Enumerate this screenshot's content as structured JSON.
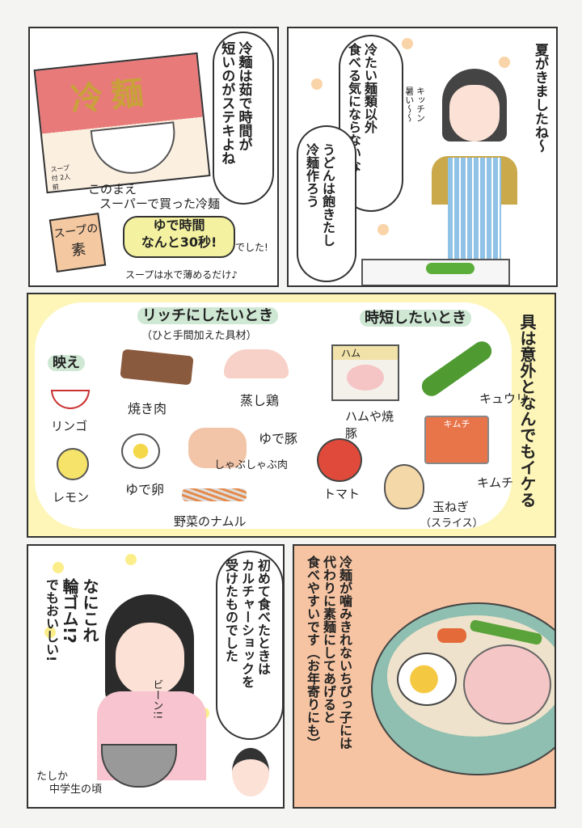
{
  "panel1": {
    "package_title": "冷麺",
    "package_note": "スープ付 2人前",
    "speech": [
      "冷麺は茹で時間が",
      "短いのがステキよね"
    ],
    "caption": [
      "このまえ",
      "スーパーで買った冷麺"
    ],
    "highlight": [
      "ゆで時間",
      "なんと30秒!"
    ],
    "highlight_suffix": "でした!",
    "soup_packet": [
      "スープの",
      "素"
    ],
    "soup_note": "スープは水で薄めるだけ♪"
  },
  "panel2": {
    "narration": [
      "夏がきましたね〜"
    ],
    "speech": [
      "冷たい麺類以外",
      "食べる気にならないな",
      "うどんは飽きたし",
      "冷麺作ろう"
    ],
    "aside": [
      "キッチン",
      "暑い〜〜"
    ]
  },
  "panel3": {
    "headline": [
      "具は意外となんでもイケる"
    ],
    "rich_heading": "リッチにしたいとき",
    "rich_subheading": "（ひと手間加えた具材）",
    "quick_heading": "時短したいとき",
    "photo_label": "映え",
    "items": {
      "apple": "リンゴ",
      "lemon": "レモン",
      "grilled_meat": "焼き肉",
      "steamed_chicken": "蒸し鶏",
      "boiled_egg": "ゆで卵",
      "boiled_pork": "ゆで豚",
      "shabu_note": "しゃぶしゃぶ肉",
      "namul": "野菜のナムル",
      "ham_pack": "ハム",
      "ham": "ハムや焼豚",
      "cucumber": "キュウリ",
      "kimchi_pack": "キムチ",
      "kimchi": "キムチ",
      "tomato": "トマト",
      "onion": "玉ねぎ",
      "onion_note": "（スライス）"
    }
  },
  "panel4": {
    "speech": [
      "初めて食べたときは",
      "カルチャーショックを",
      "受けたものでした"
    ],
    "shout": [
      "なにこれ",
      "輪ゴム!?",
      "でもおいしい!"
    ],
    "sfx": "ビーン!!",
    "caption": [
      "たしか",
      "中学生の頃"
    ]
  },
  "panel5": {
    "narration": [
      "冷麺が噛みきれないちびっ子には",
      "代わりに素麺にしてあげると",
      "食べやすいです（お年寄りにも）"
    ]
  },
  "colors": {
    "panel5_bg": "#f6c4a2",
    "package_red": "#e87a7a",
    "dot_orange": "#f9d4a8",
    "dot_yellow": "#fbee8a",
    "panel3_bg": "#fdf6b8",
    "bowl": "#8fbfb0"
  }
}
